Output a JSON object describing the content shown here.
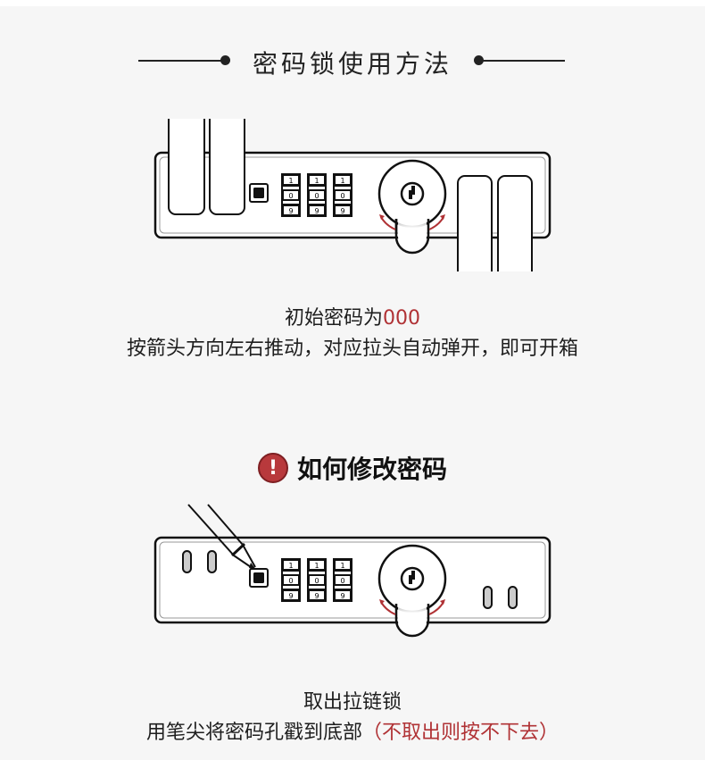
{
  "header": {
    "title": "密码锁使用方法"
  },
  "section1": {
    "dial_digits": [
      [
        "1",
        "0",
        "9"
      ],
      [
        "1",
        "0",
        "9"
      ],
      [
        "1",
        "0",
        "9"
      ]
    ],
    "line1_prefix": "初始密码为",
    "line1_code": "000",
    "line2": "按箭头方向左右推动，对应拉头自动弹开，即可开箱"
  },
  "section2": {
    "warning_icon": "exclamation-icon",
    "title": "如何修改密码",
    "dial_digits": [
      [
        "1",
        "0",
        "9"
      ],
      [
        "1",
        "0",
        "9"
      ],
      [
        "1",
        "0",
        "9"
      ]
    ],
    "line1": "取出拉链锁",
    "line2_prefix": "用笔尖将密码孔戳到底部",
    "line2_note": "（不取出则按不下去）"
  },
  "colors": {
    "accent_red": "#b03235",
    "background": "#f6f6f6",
    "ink": "#1a1a1a"
  }
}
